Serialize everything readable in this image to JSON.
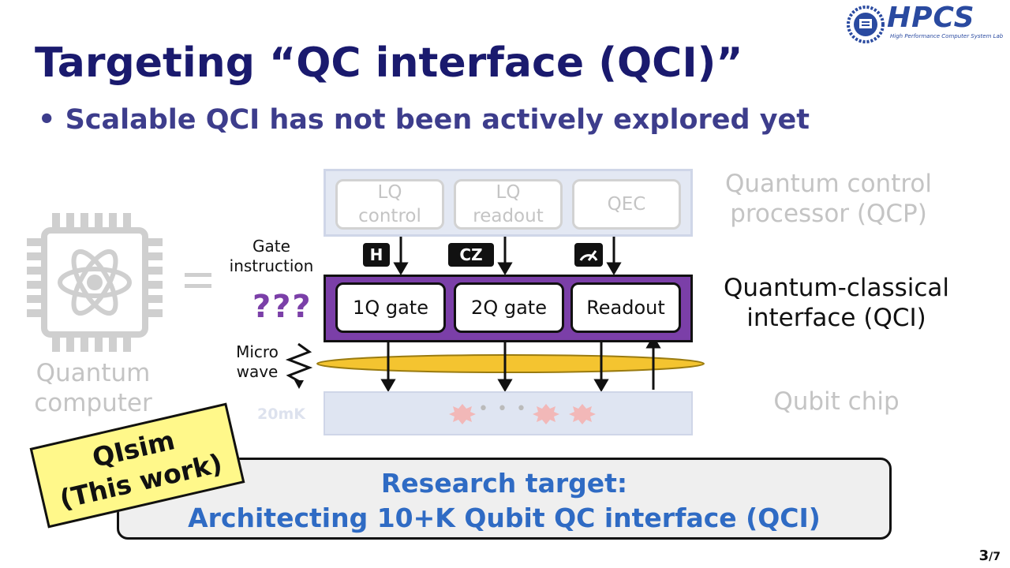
{
  "logo": {
    "text": "HPCS",
    "subtitle": "High Performance Computer System Lab",
    "seal_text": "SEOUL NATIONAL UNIVERSITY"
  },
  "slide": {
    "title": "Targeting “QC interface (QCI)”",
    "bullet": "Scalable QCI has not been actively explored yet",
    "page_current": "3",
    "page_total": "/7"
  },
  "left": {
    "equals": "=",
    "quantum_line1": "Quantum",
    "quantum_line2": "computer"
  },
  "qcp": {
    "items": [
      {
        "line1": "LQ",
        "line2": "control"
      },
      {
        "line1": "LQ",
        "line2": "readout"
      },
      {
        "line1": "QEC",
        "line2": ""
      }
    ],
    "label_line1": "Quantum control",
    "label_line2": "processor (QCP)"
  },
  "qci": {
    "gate_instruction_line1": "Gate",
    "gate_instruction_line2": "instruction",
    "unknown": "???",
    "badges": [
      "H",
      "CZ"
    ],
    "items": [
      "1Q gate",
      "2Q gate",
      "Readout"
    ],
    "label_line1": "Quantum-classical",
    "label_line2": "interface (QCI)"
  },
  "microwave": {
    "line1": "Micro",
    "line2": "wave"
  },
  "chip": {
    "temperature": "20mK",
    "dots": "• • •",
    "label": "Qubit chip"
  },
  "target": {
    "line1": "Research target:",
    "line2": "Architecting 10+K Qubit QC interface (QCI)"
  },
  "sticker": {
    "line1": "QIsim",
    "line2": "(This work)"
  },
  "colors": {
    "title": "#1a1a6e",
    "bullet": "#3d3d8c",
    "qci_fill": "#7b3fa8",
    "target_text": "#2f6bc4",
    "sticker_fill": "#fff88a",
    "faded": "#c4c4c4"
  }
}
